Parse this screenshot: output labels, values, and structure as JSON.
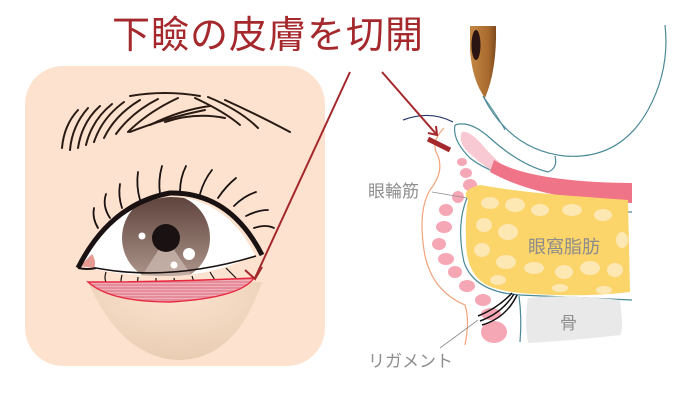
{
  "title": "下瞼の皮膚を切開",
  "colors": {
    "title": "#a5282c",
    "skin_panel": "#fde3cf",
    "arrow": "#a5282c",
    "muscle": "#ef7487",
    "muscle_light": "#f8c9d3",
    "pink_bubbles": "#f6a7b5",
    "fat": "#fbd46a",
    "fat_light": "#fde7b2",
    "bone": "#e8e9e8",
    "outline": "#4b8a98",
    "label_gray": "#8e8e8e",
    "iris_brown": "#9a5a22"
  },
  "left_panel": {
    "description": "Front view of eye with lower eyelid incision highlighted",
    "parts": [
      "eyebrow",
      "eye",
      "iris",
      "pupil",
      "lashes",
      "incision-area"
    ]
  },
  "cross_section": {
    "labels": {
      "orbicularis": "眼輪筋",
      "orbital_fat": "眼窩脂肪",
      "bone": "骨",
      "ligament": "リガメント"
    }
  }
}
